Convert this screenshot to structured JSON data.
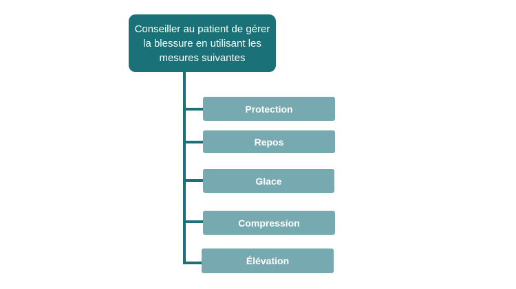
{
  "colors": {
    "root_fill": "#1a7178",
    "connector": "#1a7178",
    "item_fill": "#76aab0",
    "text": "#ffffff"
  },
  "root": {
    "label": "Conseiller au patient de gérer la blessure en utilisant les mesures suivantes"
  },
  "items": [
    {
      "label": "Protection"
    },
    {
      "label": "Repos"
    },
    {
      "label": "Glace"
    },
    {
      "label": "Compression"
    },
    {
      "label": "Élévation"
    }
  ]
}
